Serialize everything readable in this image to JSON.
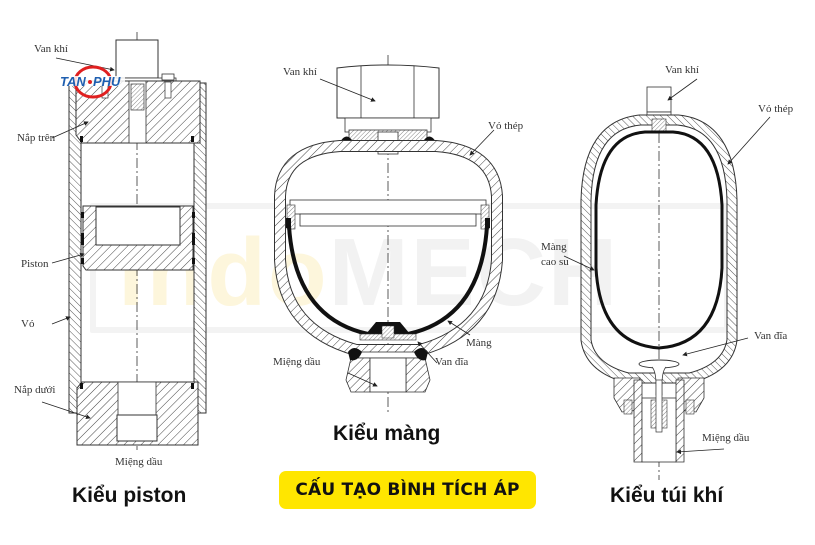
{
  "page": {
    "title": "CẤU TẠO BÌNH TÍCH ÁP",
    "watermark": {
      "prefix": "indo",
      "main": "MECH"
    },
    "logo": {
      "text": "TAN PHU",
      "colors": {
        "text": "#1f5fb0",
        "ring": "#e02020"
      }
    },
    "banner_color": "#ffe600"
  },
  "diagrams": [
    {
      "id": "piston",
      "caption": "Kiểu piston",
      "labels": {
        "gas_valve": "Van khí",
        "top_cap": "Nắp trên",
        "piston": "Piston",
        "shell": "Vỏ",
        "bottom_cap": "Nắp dưới",
        "oil_port": "Miệng dầu"
      }
    },
    {
      "id": "diaphragm",
      "caption": "Kiểu màng",
      "labels": {
        "gas_valve": "Van khí",
        "steel_shell": "Vỏ thép",
        "membrane": "Màng",
        "disc_valve": "Van đĩa",
        "oil_port": "Miệng dầu"
      }
    },
    {
      "id": "bladder",
      "caption": "Kiểu túi khí",
      "labels": {
        "gas_valve": "Van khí",
        "steel_shell": "Vỏ thép",
        "rubber_bladder_line1": "Màng",
        "rubber_bladder_line2": "cao su",
        "disc_valve": "Van đĩa",
        "oil_port": "Miệng dầu"
      }
    }
  ]
}
